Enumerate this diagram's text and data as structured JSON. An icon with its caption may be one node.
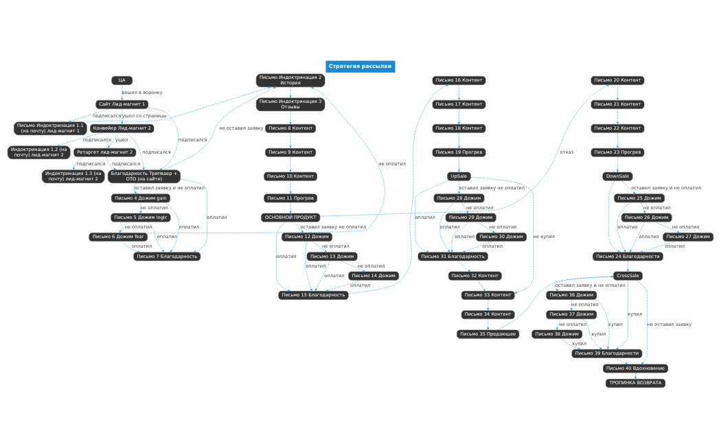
{
  "diagram": {
    "title": "Стратегия рассылки",
    "nodes": [
      {
        "text": [
          "ЦА"
        ]
      },
      {
        "text": [
          "Сайт Лид-магнит 1"
        ]
      },
      {
        "text": [
          "Письмо Индоктринация 1.1 (на почту) лид-магнит 1"
        ]
      },
      {
        "text": [
          "Индоктринация 1.2 (на почту) лид-магнит 2"
        ]
      },
      {
        "text": [
          "Конвейер Лид-магнит 2"
        ]
      },
      {
        "text": [
          "Ретаргет лид-магнит 2"
        ]
      },
      {
        "text": [
          "Индоктринация 1.3 (на почту) лид-магнит 2"
        ]
      },
      {
        "text": [
          "Благодарность Трипваер + ОТО (на сайте)"
        ]
      },
      {
        "text": [
          "Письмо Индоктринация 2 История"
        ]
      },
      {
        "text": [
          "Письмо Индоктринация 3 Отзывы"
        ]
      },
      {
        "text": [
          "Письмо 8 Контент"
        ]
      },
      {
        "text": [
          "Письмо 9 Контент"
        ]
      },
      {
        "text": [
          "Письмо 10 Контент"
        ]
      },
      {
        "text": [
          "Письмо 11 Прогрев"
        ]
      },
      {
        "text": [
          "Письмо 4 Дожим gain"
        ]
      },
      {
        "text": [
          "Письмо 5 Дожим logic"
        ]
      },
      {
        "text": [
          "Письмо 6 Дожим fear"
        ]
      },
      {
        "text": [
          "Письмо 7 Благодарность"
        ]
      },
      {
        "text": [
          "Письмо 15 Благодарность"
        ]
      },
      {
        "text": [
          "ОСНОВНОЙ ПРОДУКТ"
        ]
      },
      {
        "text": [
          "Письмо 20 Контент"
        ]
      },
      {
        "text": [
          "Письмо 12 Дожим"
        ]
      },
      {
        "text": [
          "Письмо 13 Дожим"
        ]
      },
      {
        "text": [
          "Письмо 14 Дожим"
        ]
      },
      {
        "text": [
          "Письмо 16 Контент"
        ]
      },
      {
        "text": [
          "Письмо 17 Контент"
        ]
      },
      {
        "text": [
          "Письмо 18 Контент"
        ]
      },
      {
        "text": [
          "Письмо 19 Прогрев"
        ]
      },
      {
        "text": [
          "Письмо 21 Контент"
        ]
      },
      {
        "text": [
          "Письмо 22 Контент"
        ]
      },
      {
        "text": [
          "Письмо 23 Прогрев"
        ]
      },
      {
        "text": [
          "UpSale"
        ]
      },
      {
        "text": [
          "Письмо 31 Благодарность"
        ]
      },
      {
        "text": [
          "Письмо 28 Дожим"
        ]
      },
      {
        "text": [
          "Письмо 29 Дожим"
        ]
      },
      {
        "text": [
          "Письмо 30 Дожим"
        ]
      },
      {
        "text": [
          "Письмо 32 Контент"
        ]
      },
      {
        "text": [
          "Письмо 33 Контент"
        ]
      },
      {
        "text": [
          "Письмо 34 Контент"
        ]
      },
      {
        "text": [
          "Письмо 35 Продающее"
        ]
      },
      {
        "text": [
          "DownSale"
        ]
      },
      {
        "text": [
          "Письмо 24 Благодарности"
        ]
      },
      {
        "text": [
          "Письмо 25 Дожим"
        ]
      },
      {
        "text": [
          "Письмо 26 Дожим"
        ]
      },
      {
        "text": [
          "Письмо 27 Дожим"
        ]
      },
      {
        "text": [
          "CrossSale"
        ]
      },
      {
        "text": [
          "Письмо 36 Дожим"
        ]
      },
      {
        "text": [
          "Письмо 37 Дожим"
        ]
      },
      {
        "text": [
          "Письмо 38 Дожим"
        ]
      },
      {
        "text": [
          "Письмо 39 Благодарности"
        ]
      },
      {
        "text": [
          "Письмо 40 Вдохновение"
        ]
      },
      {
        "text": [
          "ТРОПИНКА ВОЗВРАТА"
        ]
      }
    ],
    "edges": [
      {
        "from": 0,
        "to": 1,
        "arrow": "to",
        "label": "вошел в воронку"
      },
      {
        "from": 1,
        "to": 2,
        "arrow": "to",
        "label": "подписался"
      },
      {
        "from": 1,
        "to": 4,
        "arrow": "to",
        "label": "ушел со страницы"
      },
      {
        "from": 4,
        "to": 3,
        "arrow": "to",
        "label": "подписался"
      },
      {
        "from": 4,
        "to": 5,
        "arrow": "to",
        "label": "ушел"
      },
      {
        "from": 4,
        "to": 7,
        "arrow": "to",
        "label": "подписался"
      },
      {
        "from": 5,
        "to": 6,
        "arrow": "to",
        "label": "подписался"
      },
      {
        "from": 5,
        "to": 7,
        "arrow": "to",
        "label": "подписался"
      },
      {
        "from": 1,
        "to": 7,
        "arrow": "to",
        "label": "подписался"
      },
      {
        "from": 2,
        "to": 8,
        "arrow": "to"
      },
      {
        "from": 7,
        "to": 8,
        "arrow": "to",
        "label": "не оставил заявку"
      },
      {
        "from": 8,
        "to": 9,
        "arrow": "to"
      },
      {
        "from": 9,
        "to": 10,
        "arrow": "to"
      },
      {
        "from": 10,
        "to": 11,
        "arrow": "to"
      },
      {
        "from": 11,
        "to": 12,
        "arrow": "to"
      },
      {
        "from": 12,
        "to": 13,
        "arrow": "to"
      },
      {
        "from": 13,
        "to": 19,
        "arrow": "to"
      },
      {
        "from": 7,
        "to": 14,
        "arrow": "to",
        "label": "оставил заявку и не оплатил"
      },
      {
        "from": 7,
        "to": 17,
        "arrow": "to",
        "label": "оплатил"
      },
      {
        "from": 16,
        "to": 8,
        "arrow": "to",
        "label": "не оплатил"
      },
      {
        "from": 14,
        "to": 17,
        "arrow": "to",
        "label": "оплатил"
      },
      {
        "from": 14,
        "to": 15,
        "arrow": "to",
        "label": "не оплатил"
      },
      {
        "from": 15,
        "to": 17,
        "arrow": "to",
        "label": "оплатил"
      },
      {
        "from": 15,
        "to": 16,
        "arrow": "to",
        "label": "не оплатил"
      },
      {
        "from": 16,
        "to": 17,
        "arrow": "to",
        "label": "оплатил"
      },
      {
        "from": 19,
        "to": 18,
        "arrow": "to",
        "label": "оплатил"
      },
      {
        "from": 19,
        "to": 20,
        "arrow": "to",
        "label": "отказ"
      },
      {
        "from": 19,
        "to": 21,
        "arrow": "to",
        "label": "оставил заявку не оплатил"
      },
      {
        "from": 21,
        "to": 18,
        "arrow": "to",
        "label": "оплатил"
      },
      {
        "from": 21,
        "to": 22,
        "arrow": "to",
        "label": "не оплатил"
      },
      {
        "from": 22,
        "to": 18,
        "arrow": "to",
        "label": "оплатил"
      },
      {
        "from": 22,
        "to": 23,
        "arrow": "to",
        "label": "не оплатил"
      },
      {
        "from": 23,
        "to": 18,
        "arrow": "to",
        "label": "оплатил"
      },
      {
        "from": 18,
        "to": 24,
        "arrow": "to"
      },
      {
        "from": 24,
        "to": 25,
        "arrow": "to"
      },
      {
        "from": 25,
        "to": 26,
        "arrow": "to"
      },
      {
        "from": 26,
        "to": 27,
        "arrow": "to"
      },
      {
        "from": 27,
        "to": 31,
        "arrow": "to"
      },
      {
        "from": 20,
        "to": 28,
        "arrow": "to"
      },
      {
        "from": 28,
        "to": 29,
        "arrow": "to"
      },
      {
        "from": 29,
        "to": 30,
        "arrow": "to"
      },
      {
        "from": 30,
        "to": 40,
        "arrow": "to"
      },
      {
        "from": 31,
        "to": 32,
        "arrow": "to",
        "label": "оплатил"
      },
      {
        "from": 31,
        "to": 33,
        "arrow": "to",
        "label": "оставил заявку не оплатил"
      },
      {
        "from": 31,
        "to": 37,
        "arrow": "to",
        "label": "не купил"
      },
      {
        "from": 33,
        "to": 32,
        "arrow": "to",
        "label": "оплатил"
      },
      {
        "from": 33,
        "to": 34,
        "arrow": "to",
        "label": "не оплатил"
      },
      {
        "from": 34,
        "to": 32,
        "arrow": "to",
        "label": "оплатил"
      },
      {
        "from": 34,
        "to": 35,
        "arrow": "to",
        "label": "не оплатил"
      },
      {
        "from": 35,
        "to": 32,
        "arrow": "to",
        "label": "оплатил"
      },
      {
        "from": 32,
        "to": 36,
        "arrow": "to"
      },
      {
        "from": 36,
        "to": 37,
        "arrow": "to"
      },
      {
        "from": 37,
        "to": 38,
        "arrow": "to"
      },
      {
        "from": 38,
        "to": 39,
        "arrow": "to"
      },
      {
        "from": 39,
        "to": 45,
        "arrow": "to"
      },
      {
        "from": 40,
        "to": 41,
        "arrow": "to"
      },
      {
        "from": 40,
        "to": 42,
        "arrow": "to",
        "label": "оставил заявку и не оплатил"
      },
      {
        "from": 42,
        "to": 41,
        "arrow": "to",
        "label": "оплатил"
      },
      {
        "from": 42,
        "to": 43,
        "arrow": "to",
        "label": "не оплатил"
      },
      {
        "from": 43,
        "to": 41,
        "arrow": "to",
        "label": "оплатил"
      },
      {
        "from": 43,
        "to": 44,
        "arrow": "to",
        "label": "не оплатил"
      },
      {
        "from": 44,
        "to": 41,
        "arrow": "to",
        "label": "оплатил"
      },
      {
        "from": 41,
        "to": 45,
        "arrow": "to"
      },
      {
        "from": 45,
        "to": 46,
        "arrow": "to",
        "label": "оставил заявку и не оплатил"
      },
      {
        "from": 45,
        "to": 49,
        "arrow": "to",
        "label": "купил"
      },
      {
        "from": 45,
        "to": 50,
        "arrow": "to",
        "label": "не оставил заявку"
      },
      {
        "from": 46,
        "to": 49,
        "arrow": "to",
        "label": "купил"
      },
      {
        "from": 46,
        "to": 47,
        "arrow": "to",
        "label": "не оплатил"
      },
      {
        "from": 47,
        "to": 49,
        "arrow": "to",
        "label": "купил"
      },
      {
        "from": 47,
        "to": 48,
        "arrow": "to",
        "label": "не оплатил"
      },
      {
        "from": 48,
        "to": 49,
        "arrow": "to",
        "label": "купил"
      },
      {
        "from": 49,
        "to": 50,
        "arrow": "to"
      },
      {
        "from": 50,
        "to": 51,
        "arrow": "to"
      }
    ]
  }
}
